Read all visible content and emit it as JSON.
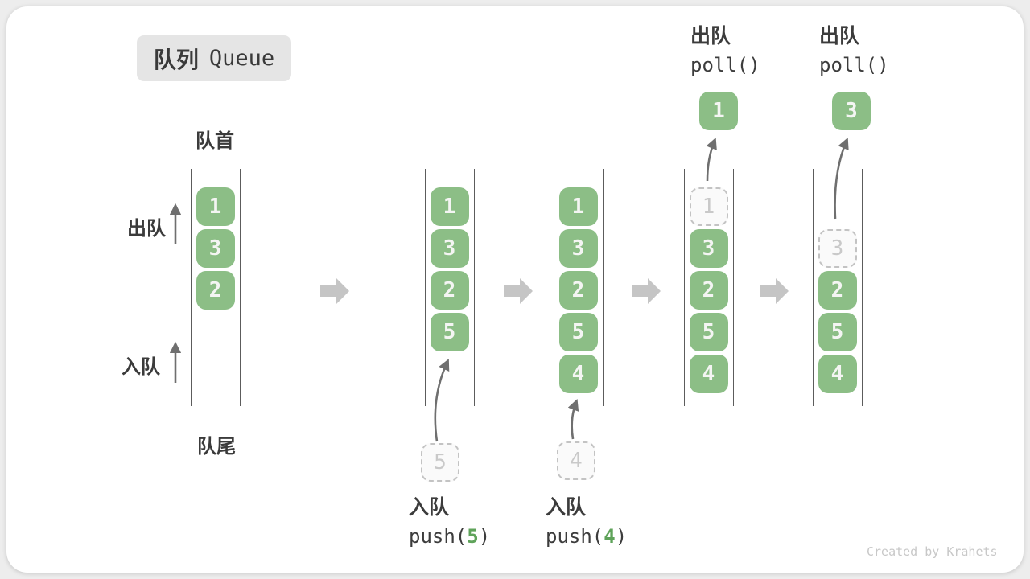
{
  "badge": {
    "zh": "队列",
    "en": "Queue"
  },
  "labels": {
    "front": "队首",
    "rear": "队尾",
    "side_dequeue": "出队",
    "side_enqueue": "入队"
  },
  "states": [
    {
      "cells": [
        "1",
        "3",
        "2"
      ]
    },
    {
      "cells": [
        "1",
        "3",
        "2",
        "5"
      ],
      "pending": "5",
      "op_zh": "入队",
      "op_fn": "push(",
      "op_arg": "5",
      "op_close": ")"
    },
    {
      "cells": [
        "1",
        "3",
        "2",
        "5",
        "4"
      ],
      "pending": "4",
      "op_zh": "入队",
      "op_fn": "push(",
      "op_arg": "4",
      "op_close": ")"
    },
    {
      "dashed": "1",
      "cells": [
        "3",
        "2",
        "5",
        "4"
      ],
      "removed": "1",
      "op_zh": "出队",
      "op_code": "poll()"
    },
    {
      "dashed": "3",
      "cells": [
        "2",
        "5",
        "4"
      ],
      "removed": "3",
      "op_zh": "出队",
      "op_code": "poll()"
    }
  ],
  "watermark": "Created by Krahets",
  "colors": {
    "cell_green": "#8CBE86",
    "cell_text": "#F4F5F3",
    "arg_green": "#5FA35A",
    "dashed_border": "#C3C3C3",
    "line_gray": "#5C5C5C",
    "arrow_gray": "#6F6F6F",
    "block_arrow_gray": "#C5C5C5",
    "badge_bg": "#E5E5E5",
    "text_dark": "#3B3B3B"
  },
  "icons": [
    "dequeue-up-arrow-icon",
    "enqueue-up-arrow-icon",
    "state-transition-arrow-icon",
    "push-curve-arrow-icon",
    "poll-curve-arrow-icon"
  ]
}
